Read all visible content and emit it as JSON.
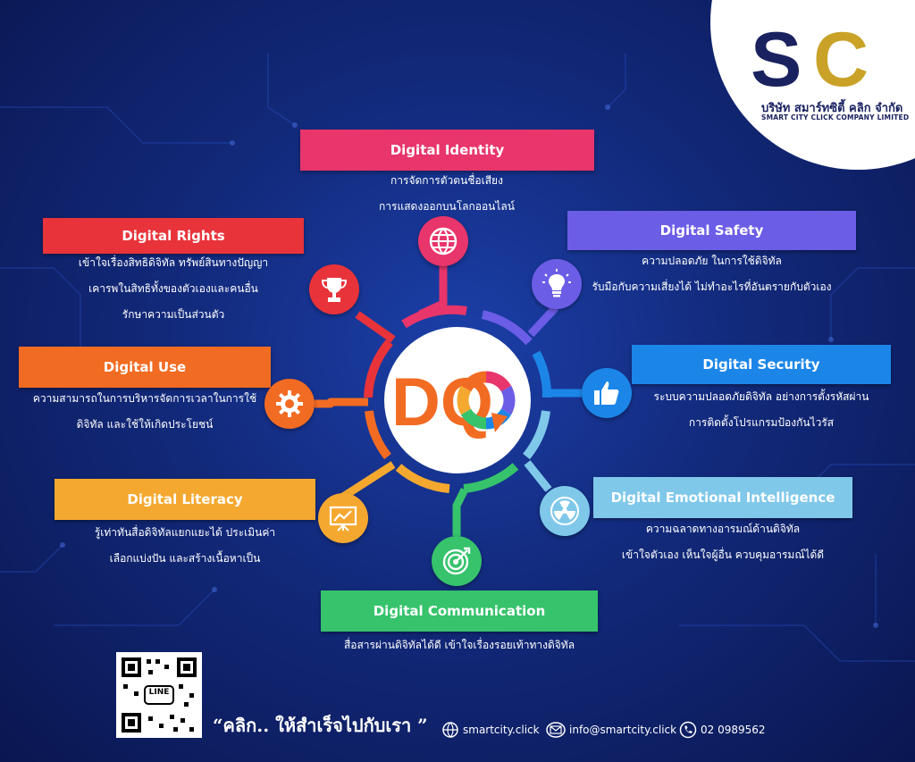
{
  "company": {
    "name_th": "บริษัท สมาร์ทซิตี้ คลิก จำกัด",
    "name_en": "SMART CITY CLICK COMPANY LIMITED",
    "colors": {
      "navy": "#1a2260",
      "gold": "#c9a227"
    }
  },
  "center": {
    "logo": "DQ"
  },
  "items": [
    {
      "key": "identity",
      "title": "Digital Identity",
      "color": "#e8356b",
      "icon": "globe-icon",
      "lines": [
        "การจัดการตัวตนชื่อเสียง",
        "การแสดงออกบนโลกออนไลน์"
      ]
    },
    {
      "key": "safety",
      "title": "Digital Safety",
      "color": "#6b5de6",
      "icon": "lightbulb-icon",
      "lines": [
        "ความปลอดภัย ในการใช้ดิจิทัล",
        "รับมือกับความเสี่ยงได้ ไม่ทำอะไรที่อันตรายกับตัวเอง"
      ]
    },
    {
      "key": "security",
      "title": "Digital Security",
      "color": "#1c86e8",
      "icon": "thumbs-up-icon",
      "lines": [
        "ระบบความปลอดภัยดิจิทัล อย่างการตั้งรหัสผ่าน",
        "การติดตั้งโปรแกรมป้องกันไวรัส"
      ]
    },
    {
      "key": "emotional",
      "title": "Digital Emotional Intelligence",
      "color": "#7fc8ea",
      "icon": "radiation-icon",
      "lines": [
        "ความฉลาดทางอารมณ์ด้านดิจิทัล",
        "เข้าใจตัวเอง  เห็นใจผู้อื่น ควบคุมอารมณ์ได้ดี"
      ]
    },
    {
      "key": "communication",
      "title": "Digital Communication",
      "color": "#36c36c",
      "icon": "target-icon",
      "lines": [
        "สื่อสารผ่านดิจิทัลได้ดี เข้าใจเรื่องรอยเท้าทางดิจิทัล"
      ]
    },
    {
      "key": "literacy",
      "title": "Digital Literacy",
      "color": "#f5a82f",
      "icon": "presentation-icon",
      "lines": [
        "รู้เท่าทันสื่อดิจิทัลแยกแยะได้ ประเมินค่า",
        "เลือกแบ่งปัน และสร้างเนื้อหาเป็น"
      ]
    },
    {
      "key": "use",
      "title": "Digital Use",
      "color": "#f26b22",
      "icon": "gear-icon",
      "lines": [
        "ความสามารถในการบริหารจัดการเวลาในการใช้",
        "ดิจิทัล และใช้ให้เกิดประโยชน์"
      ]
    },
    {
      "key": "rights",
      "title": "Digital Rights",
      "color": "#e8333b",
      "icon": "trophy-icon",
      "lines": [
        "เข้าใจเรื่องสิทธิดิจิทัล ทรัพย์สินทางปัญญา",
        "เคารพในสิทธิทั้งของตัวเองและคนอื่น",
        "รักษาความเป็นส่วนตัว"
      ]
    }
  ],
  "footer": {
    "qr_label": "LINE",
    "slogan": "“คลิก.. ให้สำเร็จไปกับเรา ”",
    "website": "smartcity.click",
    "email": "info@smartcity.click",
    "phone": "02 0989562"
  }
}
